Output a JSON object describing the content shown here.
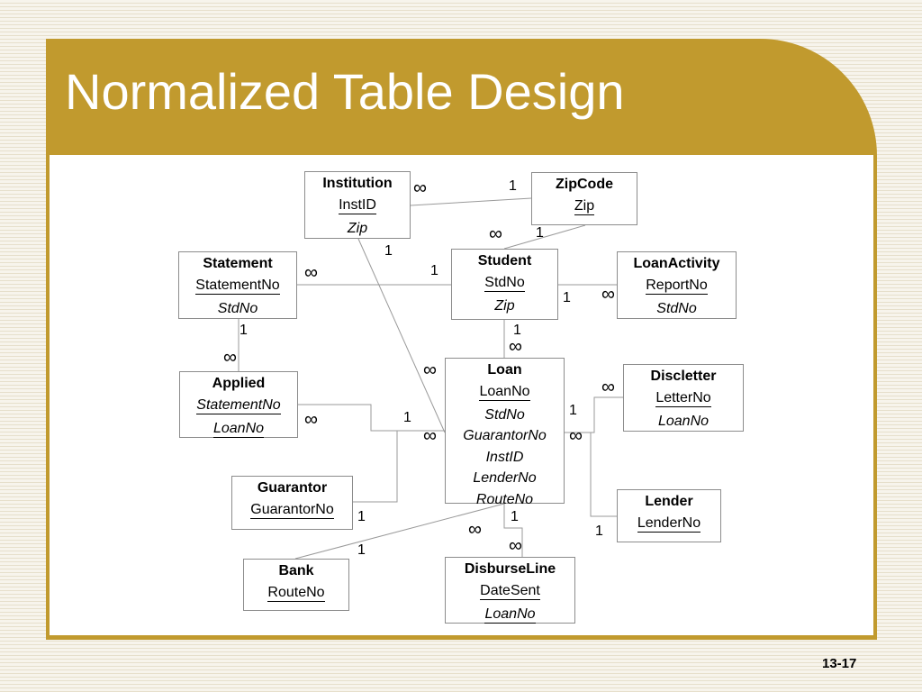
{
  "title": "Normalized Table Design",
  "slide_number": "13-17",
  "entities": {
    "institution": {
      "name": "Institution",
      "f1": "InstID",
      "f2": "Zip"
    },
    "zipcode": {
      "name": "ZipCode",
      "f1": "Zip"
    },
    "statement": {
      "name": "Statement",
      "f1": "StatementNo",
      "f2": "StdNo"
    },
    "student": {
      "name": "Student",
      "f1": "StdNo",
      "f2": "Zip"
    },
    "loanactivity": {
      "name": "LoanActivity",
      "f1": "ReportNo",
      "f2": "StdNo"
    },
    "applied": {
      "name": "Applied",
      "f1": "StatementNo",
      "f2": "LoanNo"
    },
    "loan": {
      "name": "Loan",
      "f1": "LoanNo",
      "f2": "StdNo",
      "f3": "GuarantorNo",
      "f4": "InstID",
      "f5": "LenderNo",
      "f6": "RouteNo"
    },
    "discletter": {
      "name": "Discletter",
      "f1": "LetterNo",
      "f2": "LoanNo"
    },
    "guarantor": {
      "name": "Guarantor",
      "f1": "GuarantorNo"
    },
    "lender": {
      "name": "Lender",
      "f1": "LenderNo"
    },
    "bank": {
      "name": "Bank",
      "f1": "RouteNo"
    },
    "disburseline": {
      "name": "DisburseLine",
      "f1": "DateSent",
      "f2": "LoanNo"
    }
  },
  "cardinality": {
    "one": "1",
    "many": "∞"
  }
}
